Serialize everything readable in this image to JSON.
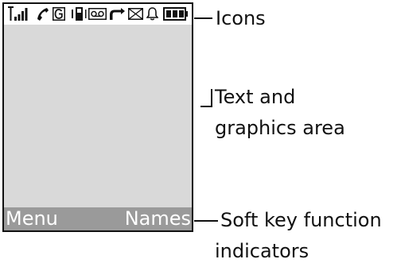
{
  "status_icons": [
    "signal-strength-icon",
    "call-icon",
    "gprs-icon",
    "ringer-icon",
    "voicemail-icon",
    "call-forward-icon",
    "message-icon",
    "alarm-icon",
    "battery-icon"
  ],
  "softkeys": {
    "left": "Menu",
    "right": "Names"
  },
  "callouts": {
    "icons": "Icons",
    "text_area_line1": "Text and",
    "text_area_line2": "graphics area",
    "softkey_line1": "Soft key function",
    "softkey_line2": "indicators"
  }
}
